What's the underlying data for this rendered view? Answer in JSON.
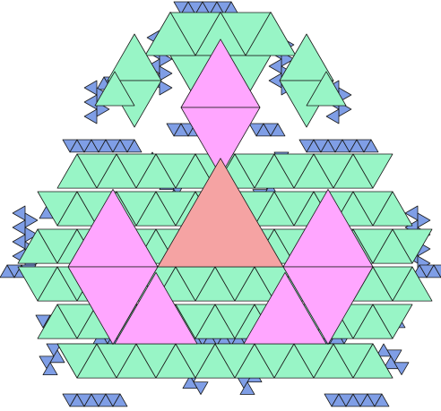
{
  "colors": {
    "background": "#ffffff",
    "blue": "#7f9ee6",
    "mint": "#98f5c6",
    "pink": "#ffa6ff",
    "salmon": "#f5a3a3",
    "outline": "#1a1a1a"
  },
  "tiling": {
    "shape": "triangle",
    "palette_order": [
      "salmon",
      "pink",
      "mint",
      "blue"
    ]
  }
}
